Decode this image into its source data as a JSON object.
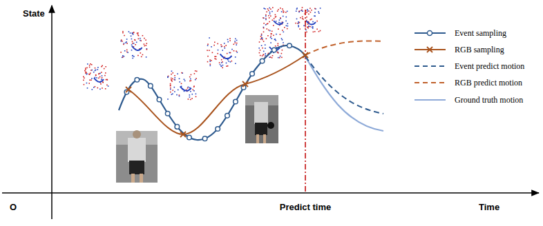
{
  "diagram": {
    "labels": [
      "State",
      "O",
      "Predict time",
      "Time"
    ],
    "legend": [
      {
        "text": "Event sampling"
      },
      {
        "text": "RGB sampling"
      },
      {
        "text": "Event predict motion"
      },
      {
        "text": "RGB predict motion"
      },
      {
        "text": "Ground truth motion"
      }
    ]
  }
}
